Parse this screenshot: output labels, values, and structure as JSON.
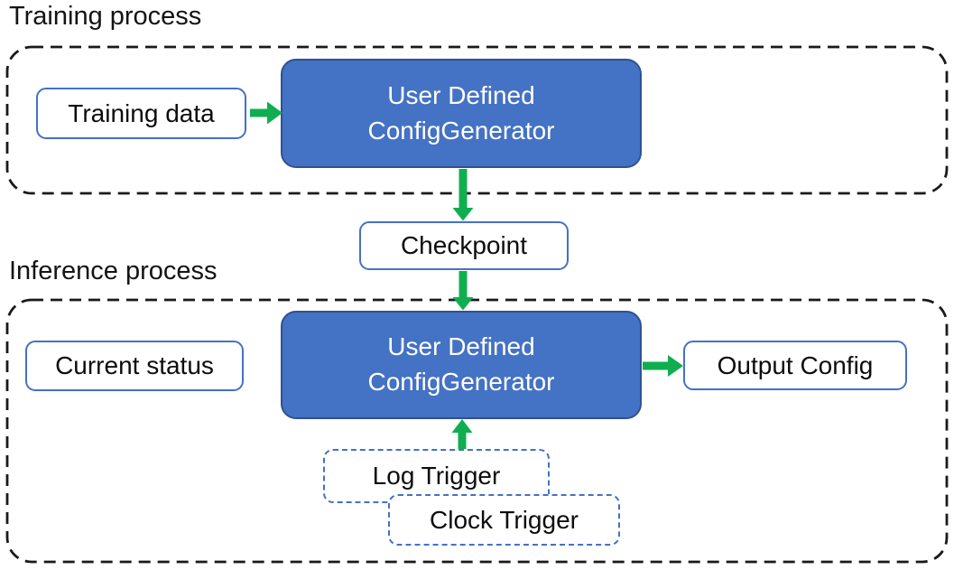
{
  "colors": {
    "arrow_green": "#10AE50",
    "node_fill_blue": "#4472C4",
    "node_border_dark_blue": "#2F528F",
    "box_outline_blue": "#4472C4",
    "trigger_dash_blue": "#4472C4",
    "region_dash_black": "#1A1A1A",
    "text_dark": "#0D0D0D",
    "text_light": "#FFFFFF",
    "background": "#FFFFFF"
  },
  "sections": {
    "training": {
      "title": "Training process"
    },
    "inference": {
      "title": "Inference process"
    }
  },
  "nodes": {
    "training_data": {
      "label": "Training data"
    },
    "config_generator_training": {
      "line1": "User Defined",
      "line2": "ConfigGenerator"
    },
    "checkpoint": {
      "label": "Checkpoint"
    },
    "current_status": {
      "label": "Current status"
    },
    "config_generator_inference": {
      "line1": "User Defined",
      "line2": "ConfigGenerator"
    },
    "output_config": {
      "label": "Output Config"
    },
    "log_trigger": {
      "label": "Log Trigger"
    },
    "clock_trigger": {
      "label": "Clock Trigger"
    }
  },
  "arrows": [
    {
      "name": "training-data-to-generator",
      "direction": "right"
    },
    {
      "name": "generator-to-checkpoint",
      "direction": "down"
    },
    {
      "name": "checkpoint-to-inference-generator",
      "direction": "down"
    },
    {
      "name": "inference-generator-to-output-config",
      "direction": "right"
    },
    {
      "name": "triggers-to-inference-generator",
      "direction": "up"
    }
  ]
}
